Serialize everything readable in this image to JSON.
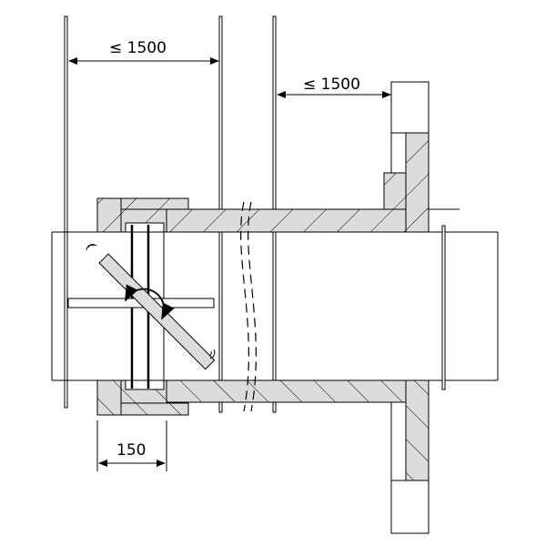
{
  "drawing": {
    "dimensions": {
      "rod_spacing_left": "≤ 1500",
      "rod_spacing_right": "≤ 1500",
      "collar_depth": "150"
    },
    "colors": {
      "line": "#000000",
      "hatch_fill": "#dcdcdc",
      "background": "#ffffff"
    }
  }
}
